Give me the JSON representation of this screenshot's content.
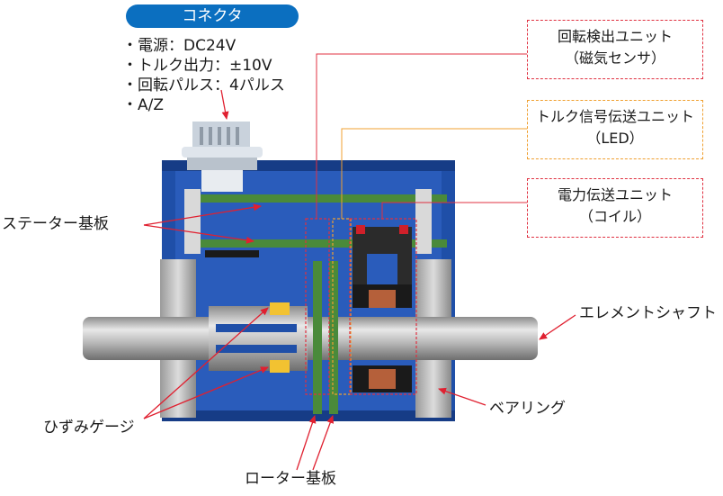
{
  "connector": {
    "title": "コネクタ",
    "specs": [
      "・電源：DC24V",
      "・トルク出力：±10V",
      "・回転パルス：4パルス",
      "・A/Z"
    ]
  },
  "callouts": {
    "rotation_detect": {
      "line1": "回転検出ユニット",
      "line2": "（磁気センサ）",
      "color": "#e03040"
    },
    "torque_signal": {
      "line1": "トルク信号伝送ユニット",
      "line2": "（LED）",
      "color": "#f0a030"
    },
    "power_transfer": {
      "line1": "電力伝送ユニット",
      "line2": "（コイル）",
      "color": "#e03040"
    }
  },
  "labels": {
    "stator_board": "ステーター基板",
    "element_shaft": "エレメントシャフト",
    "strain_gauge": "ひずみゲージ",
    "bearing": "ベアリング",
    "rotor_board": "ローター基板"
  },
  "colors": {
    "housing": "#1f4fa8",
    "pcb": "#4a8a3a",
    "arrow": "#e02030",
    "pill": "#0b6fc0"
  }
}
